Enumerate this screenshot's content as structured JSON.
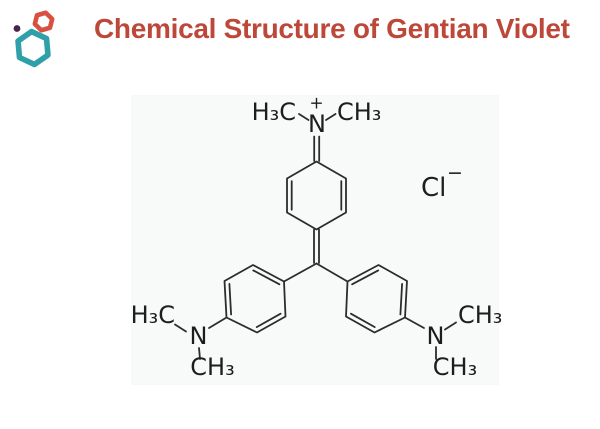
{
  "header": {
    "title": "Chemical Structure of Gentian Violet",
    "title_color": "#bd483a",
    "logo": {
      "icon": "hexagon-molecule-logo",
      "teal_hex_color": "#2f9fa9",
      "red_hex_color": "#d85140",
      "dot_color": "#46264a"
    }
  },
  "structure": {
    "panel_bg": "#f8fafa",
    "bond_color": "#2c2c2c",
    "labels": {
      "top_left_methyl": "H₃C",
      "top_right_methyl": "CH₃",
      "top_nitrogen": "N",
      "plus_charge": "+",
      "chloride_symbol": "Cl",
      "minus_charge": "−",
      "left_methyl": "H₃C",
      "left_nitrogen": "N",
      "left_lower_methyl": "CH₃",
      "right_upper_methyl": "CH₃",
      "right_nitrogen": "N",
      "right_lower_methyl": "CH₃"
    }
  }
}
